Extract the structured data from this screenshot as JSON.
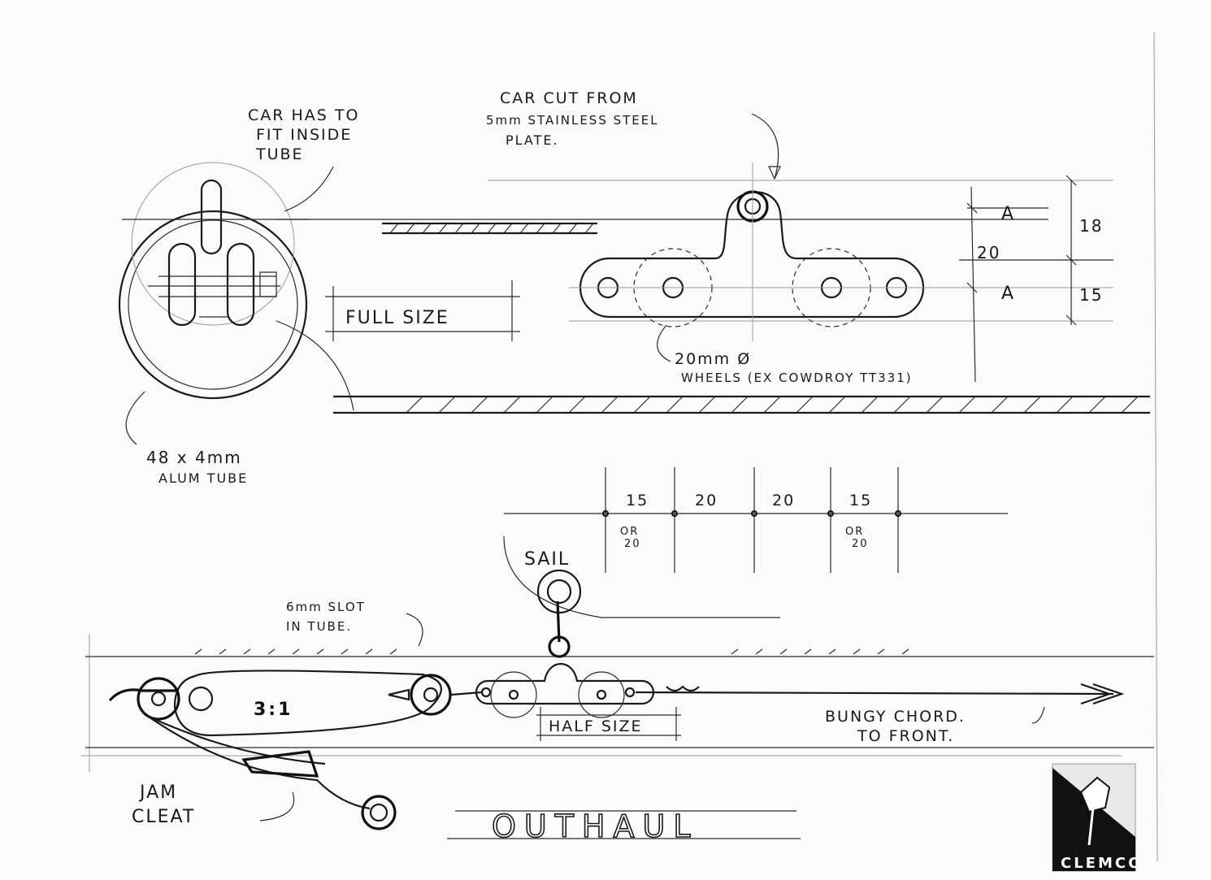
{
  "labels": {
    "car_fit": [
      "CAR HAS TO",
      "FIT INSIDE",
      "TUBE"
    ],
    "car_cut": [
      "CAR CUT FROM",
      "5mm STAINLESS STEEL",
      "PLATE."
    ],
    "full_size": "FULL SIZE",
    "wheels": [
      "20mm Ø",
      "WHEELS (EX COWDROY TT331)"
    ],
    "tube": [
      "48 x 4mm",
      "ALUM TUBE"
    ],
    "dim_20": "20",
    "dim_18": "18",
    "dim_15": "15",
    "dim_a_top": "A",
    "dim_a_bottom": "A",
    "centre_dims": [
      "15",
      "20",
      "20",
      "15"
    ],
    "or20_left": [
      "OR",
      "20"
    ],
    "or20_right": [
      "OR",
      "20"
    ],
    "sail": "SAIL",
    "slot": [
      "6mm SLOT",
      "IN TUBE."
    ],
    "ratio": "3:1",
    "half_size": "HALF SIZE",
    "bungy": [
      "BUNGY CHORD.",
      "TO FRONT."
    ],
    "jam_cleat": [
      "JAM",
      "CLEAT"
    ],
    "title": "OUTHAUL",
    "logo": "CLEMCO"
  }
}
